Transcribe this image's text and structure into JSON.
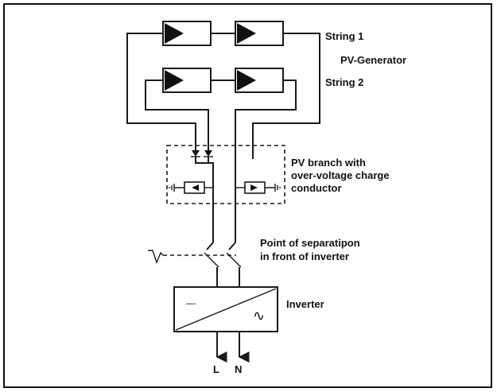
{
  "labels": {
    "string1": "String 1",
    "pv_generator": "PV-Generator",
    "string2": "String 2",
    "pv_branch_line1": "PV branch with",
    "pv_branch_line2": "over-voltage charge",
    "pv_branch_line3": "conductor",
    "separation_line1": "Point of separatipon",
    "separation_line2": "in front of inverter",
    "inverter": "Inverter",
    "terminal_l": "L",
    "terminal_n": "N",
    "inverter_dc_sign": "—",
    "inverter_ac_sign": "∿"
  }
}
